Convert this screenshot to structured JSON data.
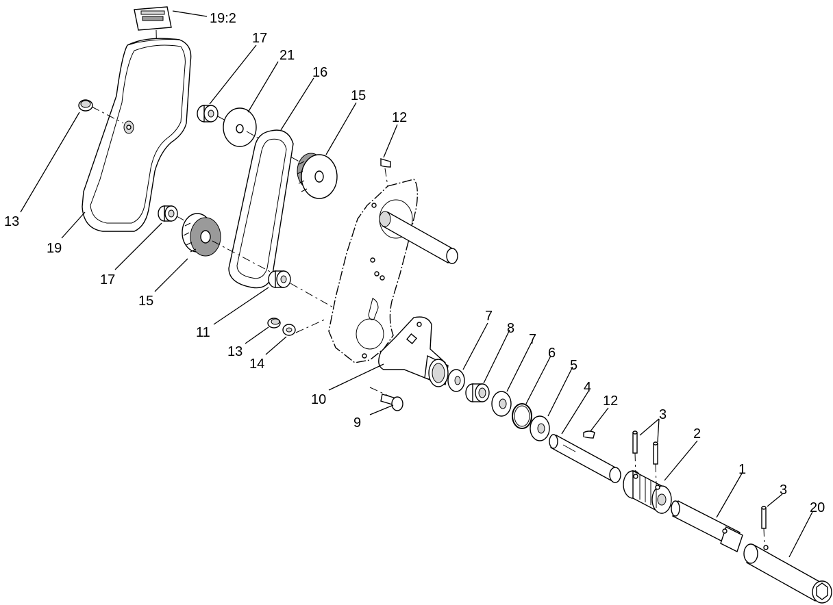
{
  "diagram": {
    "callouts": [
      {
        "id": "c-19-2",
        "text": "19:2"
      },
      {
        "id": "c-17-top",
        "text": "17"
      },
      {
        "id": "c-21",
        "text": "21"
      },
      {
        "id": "c-16",
        "text": "16"
      },
      {
        "id": "c-15-top",
        "text": "15"
      },
      {
        "id": "c-12-top",
        "text": "12"
      },
      {
        "id": "c-13-left",
        "text": "13"
      },
      {
        "id": "c-19",
        "text": "19"
      },
      {
        "id": "c-17-bottom",
        "text": "17"
      },
      {
        "id": "c-15-bottom",
        "text": "15"
      },
      {
        "id": "c-11",
        "text": "11"
      },
      {
        "id": "c-13-mid",
        "text": "13"
      },
      {
        "id": "c-14",
        "text": "14"
      },
      {
        "id": "c-10",
        "text": "10"
      },
      {
        "id": "c-9",
        "text": "9"
      },
      {
        "id": "c-7-a",
        "text": "7"
      },
      {
        "id": "c-8",
        "text": "8"
      },
      {
        "id": "c-7-b",
        "text": "7"
      },
      {
        "id": "c-6",
        "text": "6"
      },
      {
        "id": "c-5",
        "text": "5"
      },
      {
        "id": "c-4",
        "text": "4"
      },
      {
        "id": "c-12-bottom",
        "text": "12"
      },
      {
        "id": "c-3-top",
        "text": "3"
      },
      {
        "id": "c-2",
        "text": "2"
      },
      {
        "id": "c-1",
        "text": "1"
      },
      {
        "id": "c-3-bottom",
        "text": "3"
      },
      {
        "id": "c-20",
        "text": "20"
      }
    ]
  }
}
